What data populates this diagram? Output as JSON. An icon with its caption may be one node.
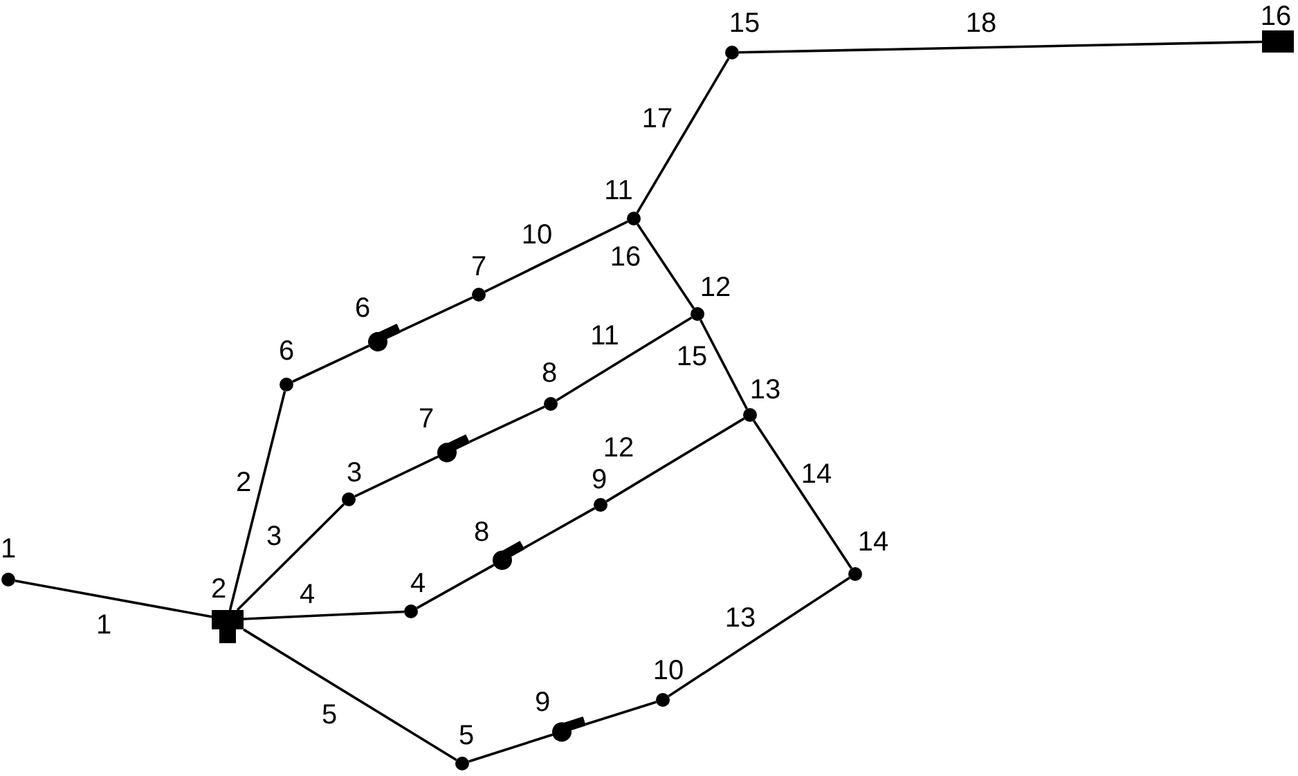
{
  "diagram": {
    "nodes": [
      {
        "text": [],
        "shape": "circle",
        "beside": [
          "1"
        ]
      },
      {
        "text": [],
        "shape": "tank",
        "beside": [
          "2"
        ]
      },
      {
        "text": [],
        "shape": "circle",
        "beside": [
          "3"
        ]
      },
      {
        "text": [],
        "shape": "circle",
        "beside": [
          "4"
        ]
      },
      {
        "text": [],
        "shape": "circle",
        "beside": [
          "5"
        ]
      },
      {
        "text": [],
        "shape": "circle",
        "beside": [
          "6"
        ]
      },
      {
        "text": [],
        "shape": "circle",
        "beside": [
          "7"
        ]
      },
      {
        "text": [],
        "shape": "circle",
        "beside": [
          "8"
        ]
      },
      {
        "text": [],
        "shape": "circle",
        "beside": [
          "9"
        ]
      },
      {
        "text": [],
        "shape": "circle",
        "beside": [
          "10"
        ]
      },
      {
        "text": [],
        "shape": "circle",
        "beside": [
          "11"
        ]
      },
      {
        "text": [],
        "shape": "circle",
        "beside": [
          "12"
        ]
      },
      {
        "text": [],
        "shape": "circle",
        "beside": [
          "13"
        ]
      },
      {
        "text": [],
        "shape": "circle",
        "beside": [
          "14"
        ]
      },
      {
        "text": [],
        "shape": "circle",
        "beside": [
          "15"
        ]
      },
      {
        "text": [],
        "shape": "box",
        "beside": [
          "16"
        ]
      },
      {
        "text": [],
        "shape": "pump",
        "beside": [
          "6"
        ]
      },
      {
        "text": [],
        "shape": "pump",
        "beside": [
          "7"
        ]
      },
      {
        "text": [],
        "shape": "pump",
        "beside": [
          "8"
        ]
      },
      {
        "text": [],
        "shape": "pump",
        "beside": [
          "9"
        ]
      }
    ],
    "edges": [
      {
        "from": 0,
        "to": 1,
        "arrow": "none",
        "label": "1"
      },
      {
        "from": 1,
        "to": 5,
        "arrow": "none",
        "label": "2"
      },
      {
        "from": 1,
        "to": 2,
        "arrow": "none",
        "label": "3"
      },
      {
        "from": 1,
        "to": 3,
        "arrow": "none",
        "label": "4"
      },
      {
        "from": 1,
        "to": 4,
        "arrow": "none",
        "label": "5"
      },
      {
        "from": 5,
        "to": 16,
        "arrow": "none"
      },
      {
        "from": 16,
        "to": 6,
        "arrow": "none"
      },
      {
        "from": 6,
        "to": 10,
        "arrow": "none",
        "label": "10"
      },
      {
        "from": 2,
        "to": 17,
        "arrow": "none"
      },
      {
        "from": 17,
        "to": 7,
        "arrow": "none"
      },
      {
        "from": 7,
        "to": 11,
        "arrow": "none",
        "label": "11"
      },
      {
        "from": 3,
        "to": 18,
        "arrow": "none"
      },
      {
        "from": 18,
        "to": 8,
        "arrow": "none"
      },
      {
        "from": 8,
        "to": 12,
        "arrow": "none",
        "label": "12"
      },
      {
        "from": 4,
        "to": 19,
        "arrow": "none"
      },
      {
        "from": 19,
        "to": 9,
        "arrow": "none"
      },
      {
        "from": 9,
        "to": 13,
        "arrow": "none",
        "label": "13"
      },
      {
        "from": 12,
        "to": 13,
        "arrow": "none",
        "label": "14"
      },
      {
        "from": 11,
        "to": 12,
        "arrow": "none",
        "label": "15"
      },
      {
        "from": 10,
        "to": 11,
        "arrow": "none",
        "label": "16"
      },
      {
        "from": 10,
        "to": 14,
        "arrow": "none",
        "label": "17"
      },
      {
        "from": 14,
        "to": 15,
        "arrow": "none",
        "label": "18"
      }
    ]
  }
}
